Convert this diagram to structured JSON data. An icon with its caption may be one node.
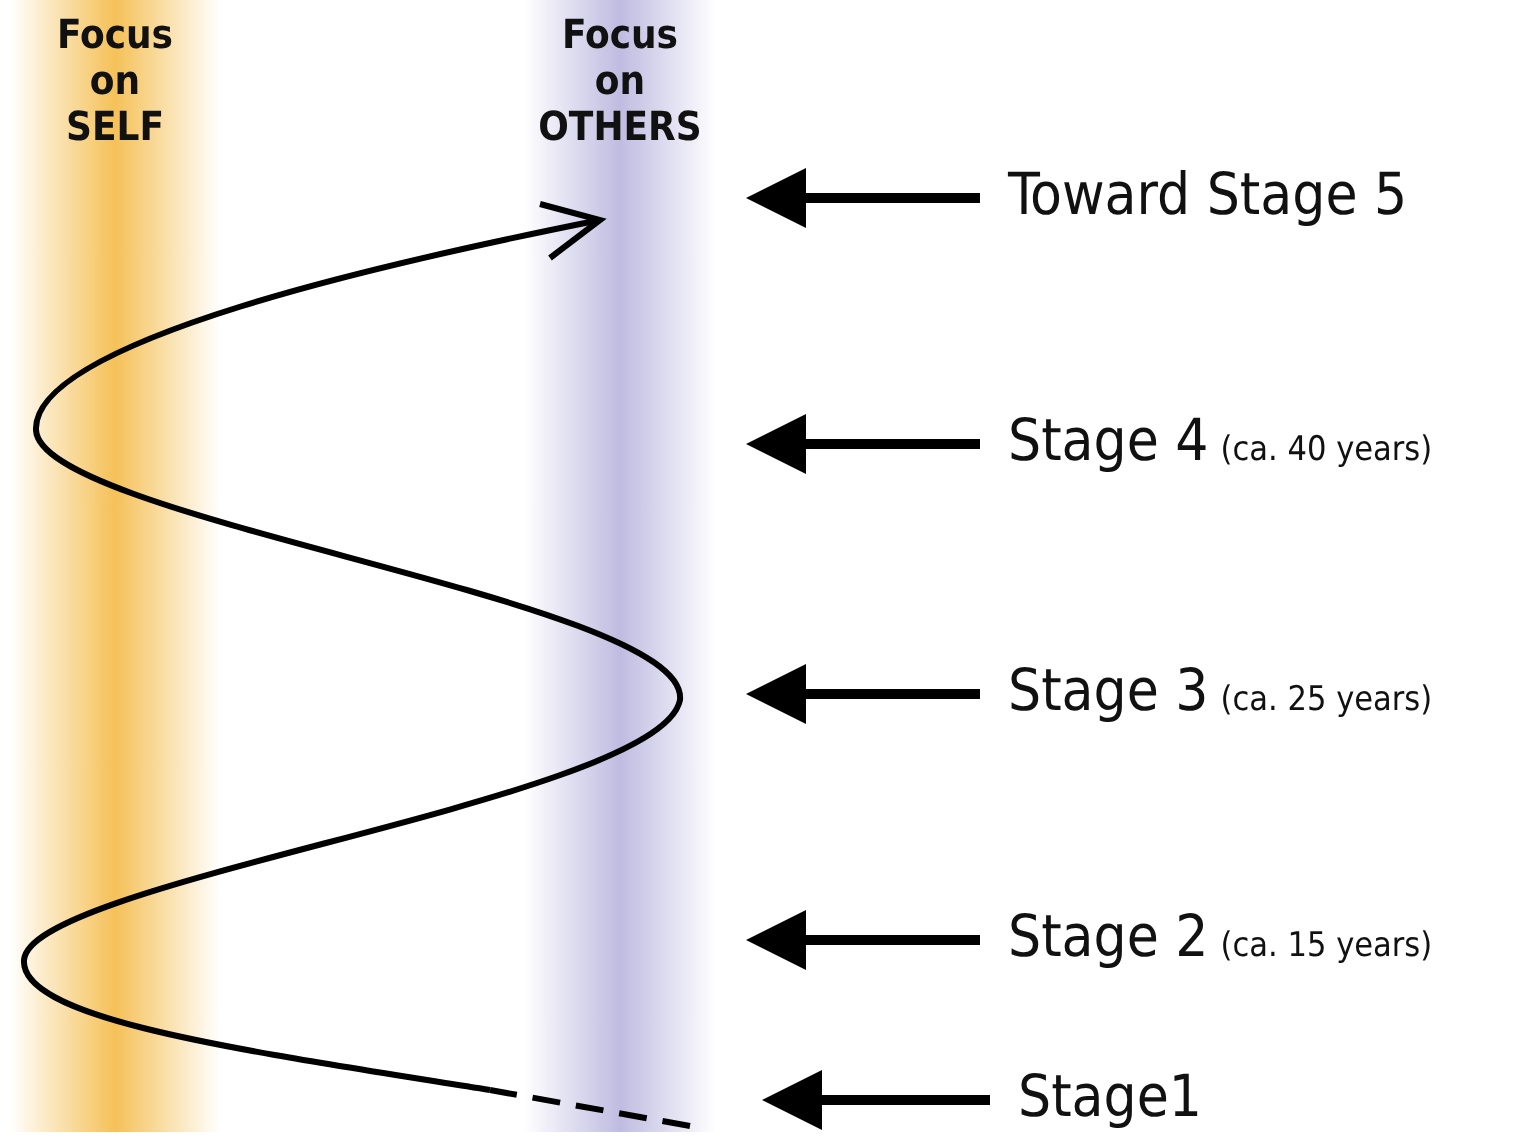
{
  "diagram": {
    "nodes": [
      {
        "text": [
          "Focus on SELF"
        ]
      },
      {
        "text": [
          "Focus on OTHERS"
        ]
      },
      {
        "text": [
          "Toward Stage 5"
        ]
      },
      {
        "text": [
          "Stage 4",
          "(ca. 40 years)"
        ]
      },
      {
        "text": [
          "Stage 3",
          "(ca. 25 years)"
        ]
      },
      {
        "text": [
          "Stage 2",
          "(ca. 15 years)"
        ]
      },
      {
        "text": [
          "Stage1"
        ]
      }
    ],
    "edges": [
      {
        "from": 2,
        "to": null,
        "arrow": "to"
      },
      {
        "from": 3,
        "to": null,
        "arrow": "to"
      },
      {
        "from": 4,
        "to": null,
        "arrow": "to"
      },
      {
        "from": 5,
        "to": null,
        "arrow": "to"
      },
      {
        "from": 6,
        "to": null,
        "arrow": "to"
      }
    ]
  }
}
